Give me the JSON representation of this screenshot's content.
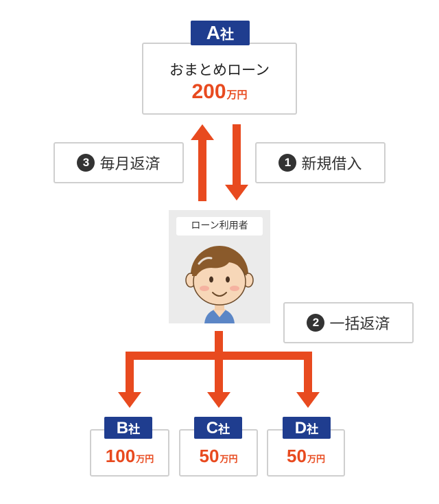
{
  "colors": {
    "navy_badge": "#1f3d8f",
    "accent_red": "#e84a1f",
    "box_border": "#cfcfcf",
    "card_gray": "#ebebeb"
  },
  "company_a": {
    "letter": "A",
    "suffix": "社",
    "label": "おまとめローン",
    "amount": "200",
    "unit": "万円"
  },
  "steps": [
    {
      "number": "3",
      "text": "毎月返済"
    },
    {
      "number": "1",
      "text": "新規借入"
    },
    {
      "number": "2",
      "text": "一括返済"
    }
  ],
  "user": {
    "label": "ローン利用者"
  },
  "lenders": [
    {
      "letter": "B",
      "suffix": "社",
      "amount": "100",
      "unit": "万円"
    },
    {
      "letter": "C",
      "suffix": "社",
      "amount": "50",
      "unit": "万円"
    },
    {
      "letter": "D",
      "suffix": "社",
      "amount": "50",
      "unit": "万円"
    }
  ]
}
